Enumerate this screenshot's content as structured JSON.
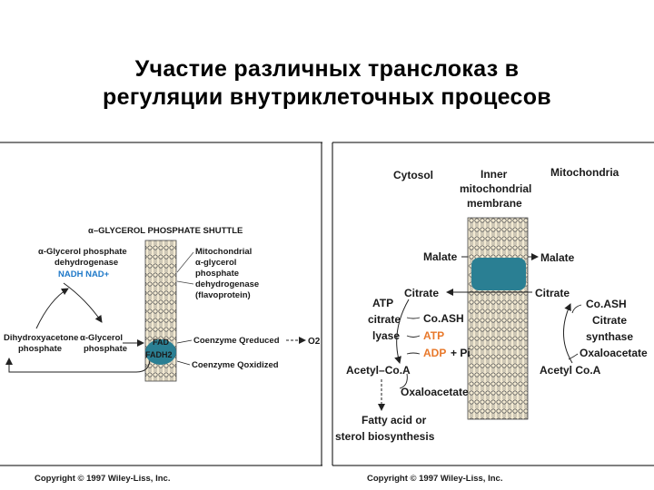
{
  "title": {
    "line1": "Участие различных транслоказ в",
    "line2": "регуляции внутриклеточных процесов"
  },
  "left_panel": {
    "heading": "α–GLYCEROL PHOSPHATE SHUTTLE",
    "cyto_enzyme": [
      "α-Glycerol phosphate",
      "dehydrogenase"
    ],
    "nadh": "NADH NAD+",
    "mito_enzyme": [
      "Mitochondrial",
      "α-glycerol",
      "phosphate",
      "dehydrogenase",
      "(flavoprotein)"
    ],
    "dhap": [
      "Dihydroxyacetone",
      "phosphate"
    ],
    "gp": [
      "α-Glycerol",
      "phosphate"
    ],
    "fad": "FAD",
    "fadh2": "FADH2",
    "coq_red": "Coenzyme Qreduced",
    "o2": "O2",
    "coq_ox": "Coenzyme Qoxidized",
    "copyright": "Copyright © 1997 Wiley-Liss, Inc."
  },
  "right_panel": {
    "cytosol": "Cytosol",
    "membrane": [
      "Inner",
      "mitochondrial",
      "membrane"
    ],
    "mitochondria": "Mitochondria",
    "malate_left": "Malate",
    "malate_right": "Malate",
    "citrate_left": "Citrate",
    "citrate_right": "Citrate",
    "atp_citrate_lyase": [
      "ATP",
      "citrate",
      "lyase"
    ],
    "coash_left": "Co.ASH",
    "atp": "ATP",
    "adp_pi": "ADP",
    "plus_pi": "+ Pi",
    "acetyl_coa_left": "Acetyl–Co.A",
    "oxaloacetate_left": "Oxaloacetate",
    "fatty_acid": [
      "Fatty acid or",
      "sterol biosynthesis"
    ],
    "coash_right": "Co.ASH",
    "citrate_synthase": [
      "Citrate",
      "synthase"
    ],
    "oxaloacetate_right": "Oxaloacetate",
    "acetyl_coa_right": "Acetyl Co.A",
    "copyright": "Copyright © 1997 Wiley-Liss, Inc."
  },
  "colors": {
    "blue_text": "#1e78c8",
    "orange_text": "#e8782a",
    "carrier": "#2a7f93"
  }
}
